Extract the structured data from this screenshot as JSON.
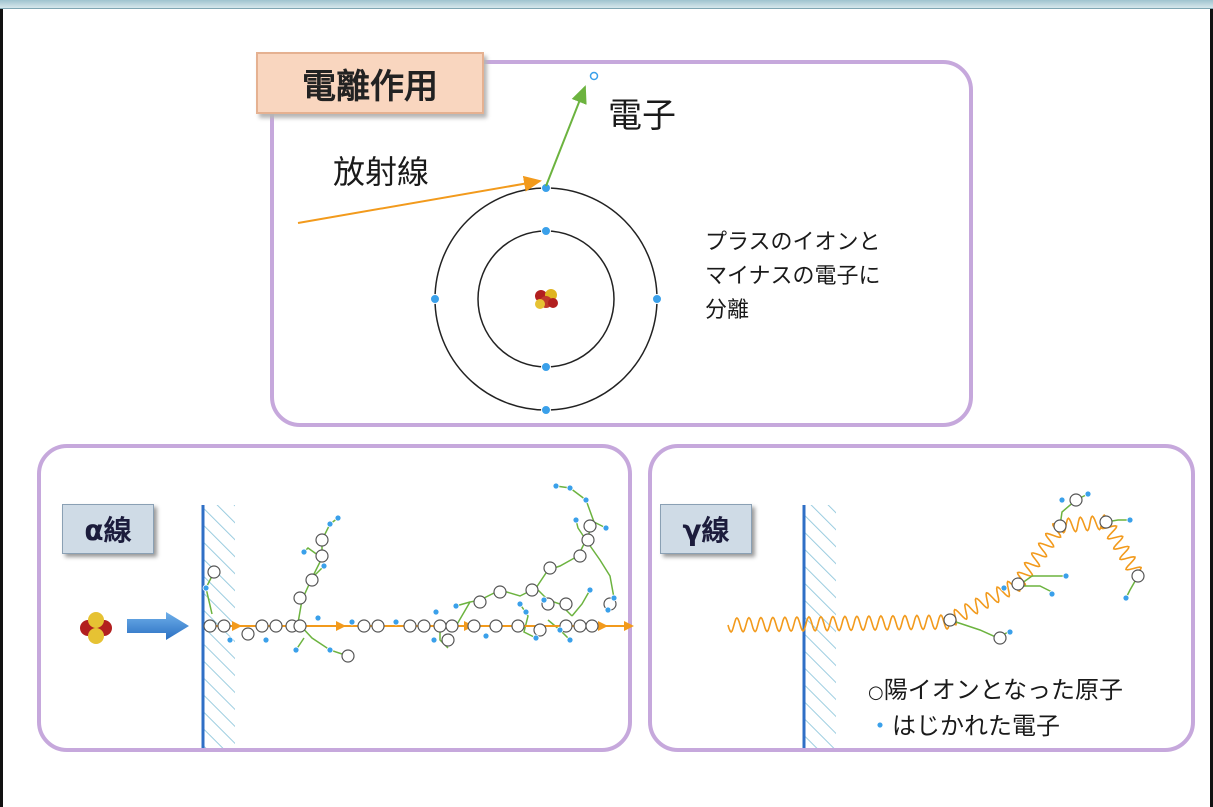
{
  "top_panel": {
    "title": "電離作用",
    "electron_label": "電子",
    "radiation_label": "放射線",
    "description_lines": [
      "プラスのイオンと",
      "マイナスの電子に",
      "分離"
    ]
  },
  "alpha_panel": {
    "tag": "α線"
  },
  "gamma_panel": {
    "tag": "γ線"
  },
  "legend": {
    "atom_marker": "○",
    "atom_label": "陽イオンとなった原子",
    "electron_marker": "・",
    "electron_label": "はじかれた電子"
  },
  "colors": {
    "panel_border": "#c6a8dc",
    "title_tag_bg": "#f9d6bf",
    "ray_tag_bg": "#cfdbe6",
    "electron": "#3aa0ea",
    "radiation": "#f29a1c",
    "electron_path": "#6cb33f",
    "wall": "#2f6fc6"
  },
  "icons": [
    "nucleus-icon",
    "alpha-particle-icon",
    "incoming-arrow-icon"
  ]
}
